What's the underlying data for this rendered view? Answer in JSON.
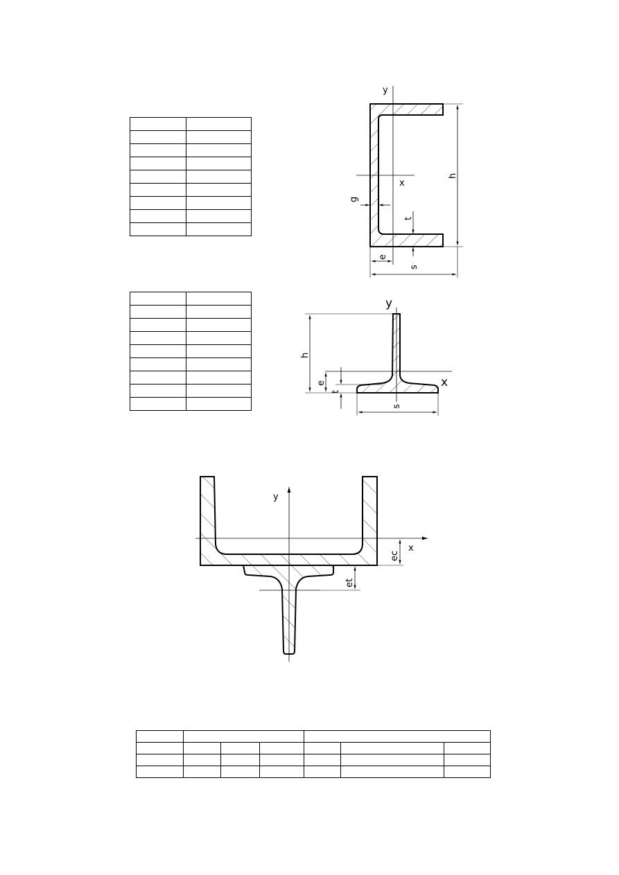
{
  "channel_section": {
    "labels": {
      "y_axis": "y",
      "x_axis": "x",
      "height": "h",
      "width": "s",
      "web": "g",
      "flange": "t",
      "centroid_offset": "e"
    }
  },
  "tee_section": {
    "labels": {
      "y_axis": "y",
      "x_axis": "x",
      "height": "h",
      "width": "s",
      "centroid_offset": "e",
      "flange": "t"
    }
  },
  "combined_section": {
    "labels": {
      "y_axis": "y",
      "x_axis": "x",
      "channel_offset": "ec",
      "tee_offset": "et"
    }
  },
  "channel_table": {
    "rows": 9,
    "cols": 2,
    "cells": []
  },
  "tee_table": {
    "rows": 9,
    "cols": 2,
    "cells": []
  },
  "summary_table": {
    "cells": []
  }
}
